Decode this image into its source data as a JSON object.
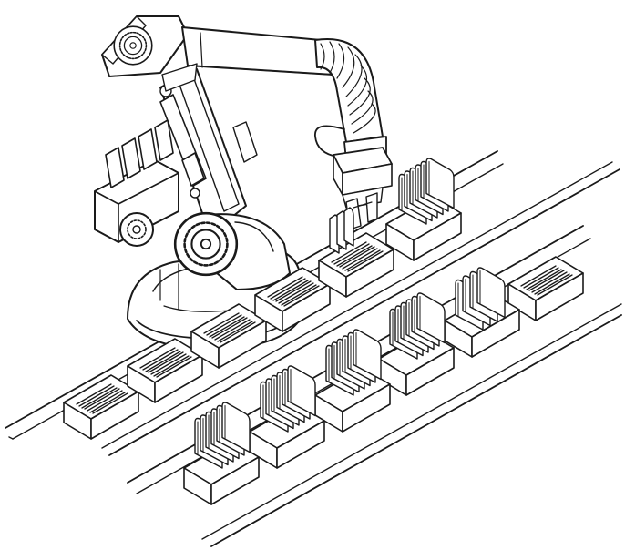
{
  "illustration": {
    "subject": "industrial-robot-arm-placing-parts-between-conveyors",
    "colors": {
      "line": "#1a1a1a",
      "fill": "#ffffff",
      "shade": "#e9e9e9"
    },
    "tray_pattern": {
      "source_conveyor": "slotted-empty",
      "target_conveyor": "filled-with-plates"
    }
  }
}
